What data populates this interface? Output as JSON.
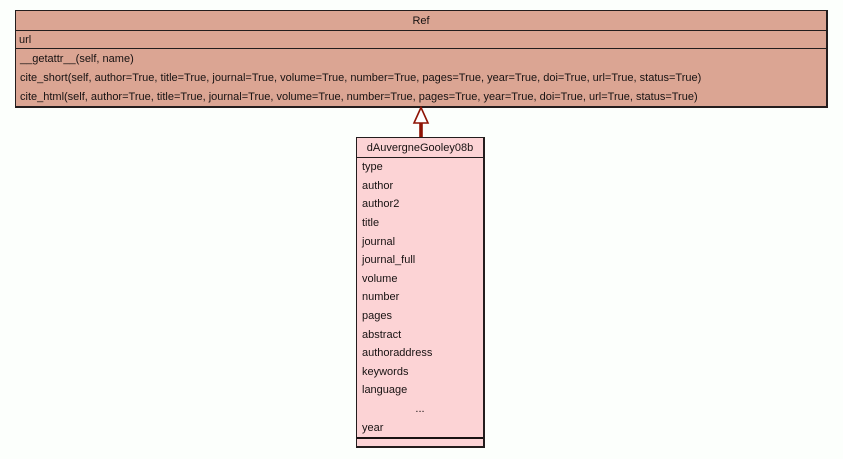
{
  "diagram": {
    "background_color": "#fcfffc",
    "border_color": "#231d1d",
    "classes": [
      {
        "name": "Ref",
        "fill": "#dba593",
        "attributes": [
          "url"
        ],
        "methods": [
          "__getattr__(self, name)",
          "cite_short(self, author=True, title=True, journal=True, volume=True, number=True, pages=True, year=True, doi=True, url=True, status=True)",
          "cite_html(self, author=True, title=True, journal=True, volume=True, number=True, pages=True, year=True, doi=True, url=True, status=True)"
        ]
      },
      {
        "name": "dAuvergneGooley08b",
        "fill": "#fcd3d5",
        "attributes": [
          "type",
          "author",
          "author2",
          "title",
          "journal",
          "journal_full",
          "volume",
          "number",
          "pages",
          "abstract",
          "authoraddress",
          "keywords",
          "language",
          "...",
          "year"
        ],
        "methods": []
      }
    ],
    "relationship": {
      "type": "inheritance",
      "from": "dAuvergneGooley08b",
      "to": "Ref",
      "line_color": "#8e1405",
      "arrowhead_fill": "#ffffff"
    }
  }
}
